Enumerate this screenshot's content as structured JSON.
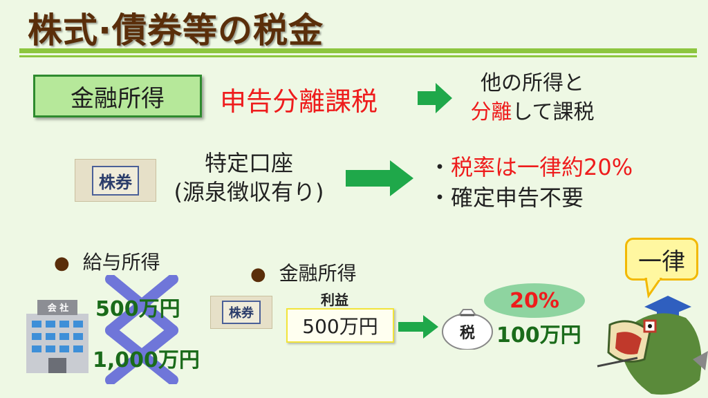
{
  "title": "株式·債券等の税金",
  "separate_taxation": {
    "category_label": "金融所得",
    "method_label": "申告分離課税",
    "note_line1": "他の所得と",
    "note_line2_red": "分離",
    "note_line2_rest": "して課税"
  },
  "tokutei": {
    "ticket_label": "株券",
    "line1": "特定口座",
    "line2": "(源泉徴収有り)",
    "bullet_marker": "・",
    "bullet1": "税率は一律約20%",
    "bullet2": "確定申告不要"
  },
  "salary": {
    "bullet": "●",
    "label": "給与所得",
    "building_sign": "会 社",
    "amount1": "500万円",
    "amount2": "1,000万円"
  },
  "financial": {
    "bullet": "●",
    "label": "金融所得",
    "ticket_label": "株券",
    "profit_label": "利益",
    "profit_amount": "500万円",
    "bag_label": "税",
    "rate": "20%",
    "tax_amount": "100万円"
  },
  "speech_bubble": "一律",
  "colors": {
    "background": "#eef8e4",
    "title": "#5a2e0a",
    "accent_green": "#8cc63e",
    "arrow_green": "#1fa84a",
    "red": "#ee1c1c",
    "cross_blue": "#6f76d9"
  }
}
